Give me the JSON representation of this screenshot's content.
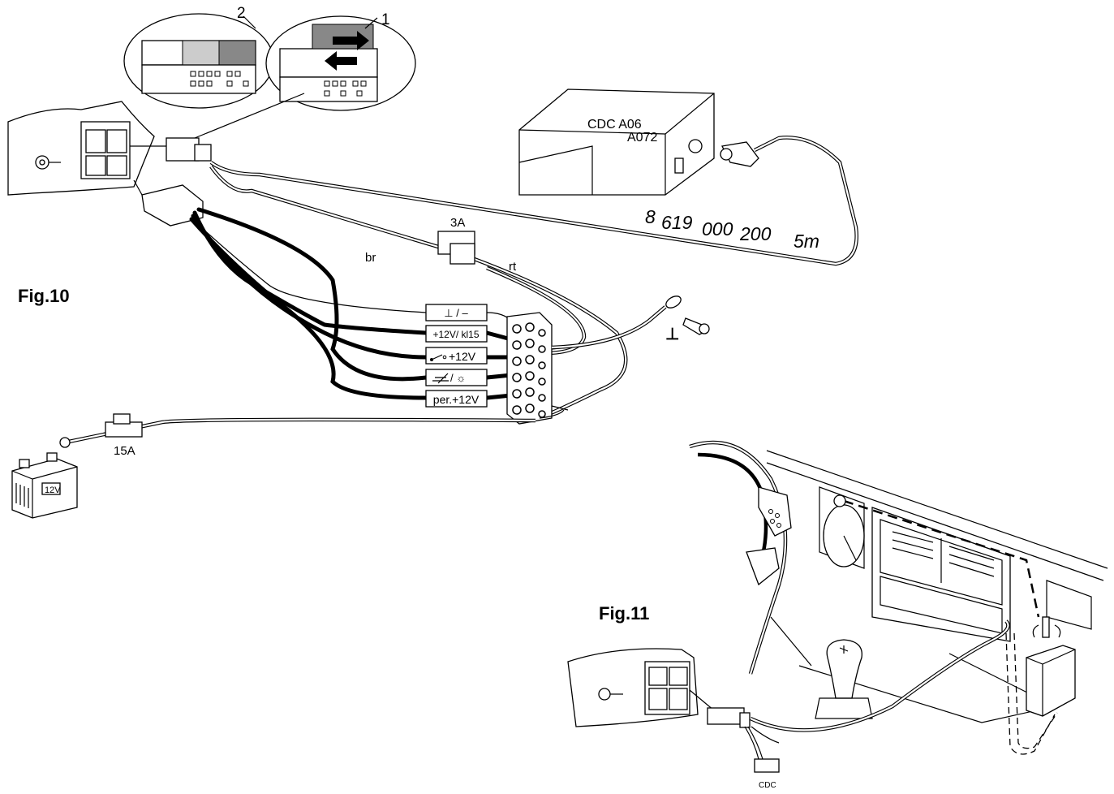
{
  "figures": {
    "fig10": "Fig.10",
    "fig11": "Fig.11"
  },
  "changer": {
    "model_line1": "CDC A06",
    "model_line2": "A072",
    "cable_part_no_1": "8",
    "cable_part_no_2": "619",
    "cable_part_no_3": "000",
    "cable_part_no_4": "200",
    "cable_length": "5m"
  },
  "connector_inset": {
    "label_1": "1",
    "label_2": "2"
  },
  "fuses": {
    "small": "3A",
    "main": "15A"
  },
  "wire_colors": {
    "brown": "br",
    "red": "rt"
  },
  "terminal_labels": [
    "⊥ / –",
    "+12V/ kl15",
    "+12V",
    "/ ☼",
    "per.+12V"
  ],
  "battery": {
    "label": "12V"
  },
  "ground_symbol": "⊥",
  "fig11_connector": {
    "label": "CDC"
  }
}
